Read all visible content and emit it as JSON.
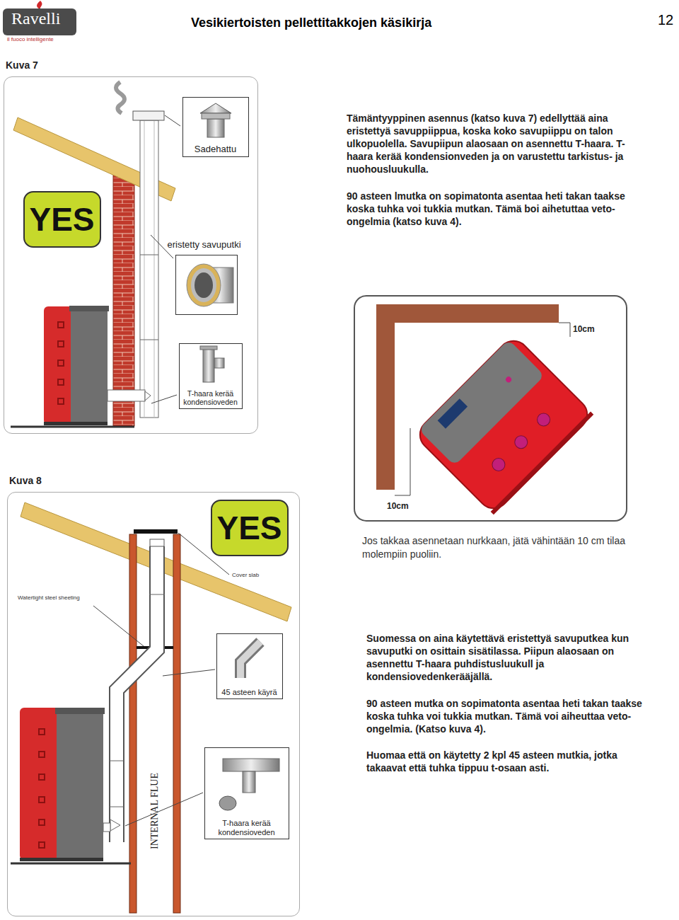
{
  "diagram": {
    "title": "Vesikiertoisten pellettitakkojen käsikirja",
    "nodes": [
      {
        "text": [
          "Kuva 7"
        ]
      },
      {
        "text": [
          "YES"
        ],
        "in": 0
      },
      {
        "text": [
          "Sadehattu"
        ],
        "in": 0
      },
      {
        "text": [
          "eristetty savuputki"
        ],
        "in": 0
      },
      {
        "text": [
          "T-haara kerää kondensioveden"
        ],
        "in": 0
      },
      {
        "text": [
          "10cm",
          "10cm"
        ]
      },
      {
        "text": [
          "Kuva 8"
        ]
      },
      {
        "text": [
          "YES"
        ],
        "in": 6
      },
      {
        "text": [
          "45 asteen käyrä"
        ],
        "in": 6
      },
      {
        "text": [
          "T-haara kerää kondensioveden"
        ],
        "in": 6
      }
    ],
    "labels": [
      "Ravelli",
      "il fuoco intelligente",
      "12",
      "Tämäntyyppinen asennus (katso kuva 7) edellyttää aina eristettyä savuppiippua, koska koko savupiippu on talon ulkopuolella. Savupiipun alaosaan on asennettu T-haara. T-haara kerää kondensionveden ja on varustettu tarkistus- ja nuohousluukulla.",
      "90 asteen lmutka on sopimatonta asentaa heti takan taakse koska tuhka voi tukkia mutkan. Tämä boi aihetuttaa veto-ongelmia (katso kuva 4).",
      "Jos takkaa asennetaan nurkkaan, jätä vähintään 10 cm tilaa molempiin puoliin.",
      "Watertight steel sheeting",
      "Cover slab",
      "INTERNAL FLUE",
      "Suomessa on aina käytettävä eristettyä savuputkea kun savuputki on osittain sisätilassa. Piipun alaosaan on asennettu T-haara puhdistusluukull ja kondensiovedenkerääjällä.",
      "90 asteen mutka on sopimatonta asentaa heti takan taakse koska tuhka voi tukkia mutkan. Tämä voi aiheuttaa veto-ongelmia. (Katso kuva 4).",
      "Huomaa että on käytetty 2 kpl 45 asteen mutkia, jotka takaavat että tuhka tippuu t-osaan asti."
    ]
  }
}
